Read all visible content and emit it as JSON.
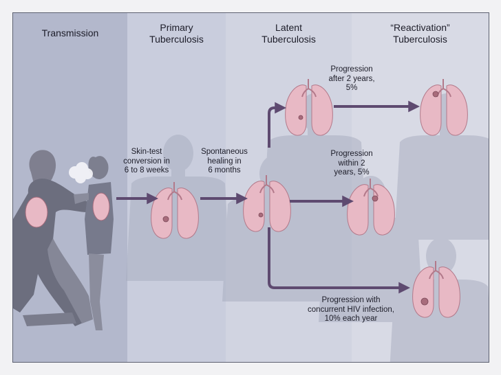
{
  "stages": {
    "transmission": "Transmission",
    "primary": [
      "Primary",
      "Tuberculosis"
    ],
    "latent": [
      "Latent",
      "Tuberculosis"
    ],
    "reactivation": [
      "“Reactivation”",
      "Tuberculosis"
    ]
  },
  "labels": {
    "skin_test": [
      "Skin-test",
      "conversion in",
      "6 to 8 weeks"
    ],
    "healing": [
      "Spontaneous",
      "healing in",
      "6 months"
    ],
    "after2": [
      "Progression",
      "after 2 years,",
      "5%"
    ],
    "within2": [
      "Progression",
      "within 2",
      "years, 5%"
    ],
    "hiv": [
      "Progression with",
      "concurrent HIV infection,",
      "10% each year"
    ]
  },
  "colors": {
    "band_transmission": "#b3b8cc",
    "band_primary": "#cacede",
    "band_latent": "#d2d5e2",
    "band_reactivation": "#d9dbe6",
    "arrow": "#5e4a70",
    "lung": "#e7b8c4",
    "silhouette": "#a6abbd"
  }
}
